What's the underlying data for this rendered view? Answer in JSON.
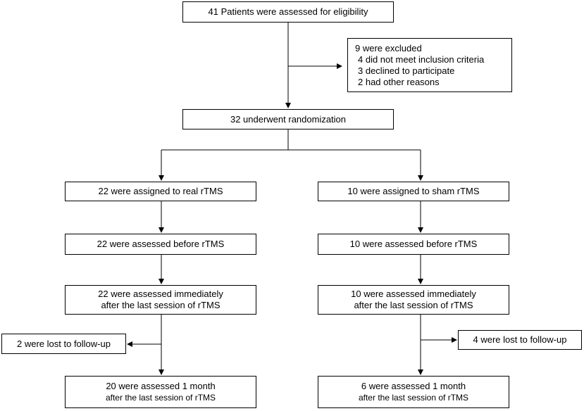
{
  "flowchart": {
    "eligibility": "41  Patients were assessed for eligibility",
    "excluded": {
      "title": "9 were excluded",
      "reasons": [
        "4 did not meet inclusion criteria",
        "3 declined to participate",
        "2 had other reasons"
      ]
    },
    "randomization": "32 underwent randomization",
    "real_arm": {
      "assigned": "22 were assigned  to real rTMS",
      "before": "22 were assessed before rTMS",
      "immediately_line1": "22 were assessed immediately",
      "immediately_line2": "after the last session of rTMS",
      "lost": "2 were lost to follow-up",
      "month_line1": "20 were assessed 1 month",
      "month_line2": "after the last session of  rTMS"
    },
    "sham_arm": {
      "assigned": "10 were assigned  to sham rTMS",
      "before": "10 were assessed before rTMS",
      "immediately_line1": "10 were assessed immediately",
      "immediately_line2": "after the last session of rTMS",
      "lost": "4 were lost to follow-up",
      "month_line1": "6 were assessed 1 month",
      "month_line2": "after the last  session of  rTMS"
    }
  }
}
